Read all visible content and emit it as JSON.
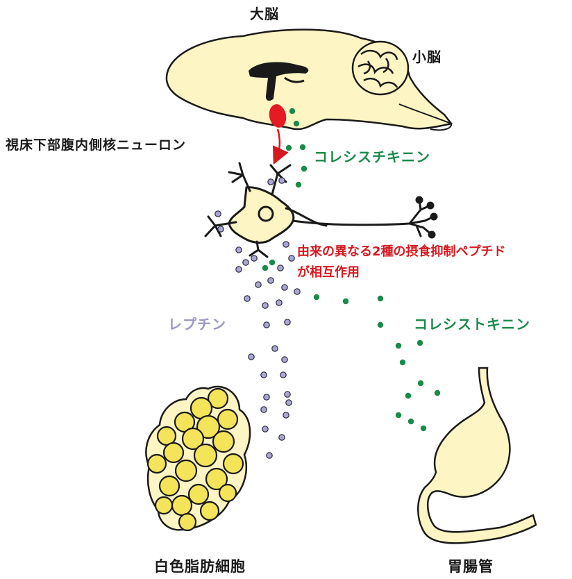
{
  "labels": {
    "cerebrum": "大脳",
    "cerebellum": "小脳",
    "vmh_neuron": "視床下部腹内側核ニューロン",
    "cck_top": "コレシスチキニン",
    "interaction_line1": "由来の異なる2種の摂食抑制ペプチド",
    "interaction_line2": "が相互作用",
    "leptin": "レプチン",
    "cck_right": "コレシストキニン",
    "white_fat": "白色脂肪細胞",
    "gut": "胃腸管"
  },
  "colors": {
    "tissue_fill": "#fdf5c3",
    "fat_cell_fill": "#f4e45a",
    "outline": "#1a1a1a",
    "nucleus_red": "#e51a23",
    "cck_green": "#1a8a4a",
    "leptin_lavender": "#a9a7d6",
    "arrow_red": "#d6181f"
  }
}
